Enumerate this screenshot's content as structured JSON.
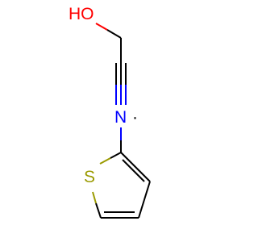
{
  "structure": {
    "atoms": [
      {
        "id": "hydroxyl",
        "label": "HO",
        "element": "O",
        "color": "#ff0000"
      },
      {
        "id": "nitrogen",
        "label": "N",
        "element": "N",
        "color": "#0000ff"
      },
      {
        "id": "radical",
        "label": "·",
        "color": "#000000"
      },
      {
        "id": "sulfur",
        "label": "S",
        "element": "S",
        "color": "#9a9a00"
      }
    ],
    "bond_color": "#000000"
  }
}
